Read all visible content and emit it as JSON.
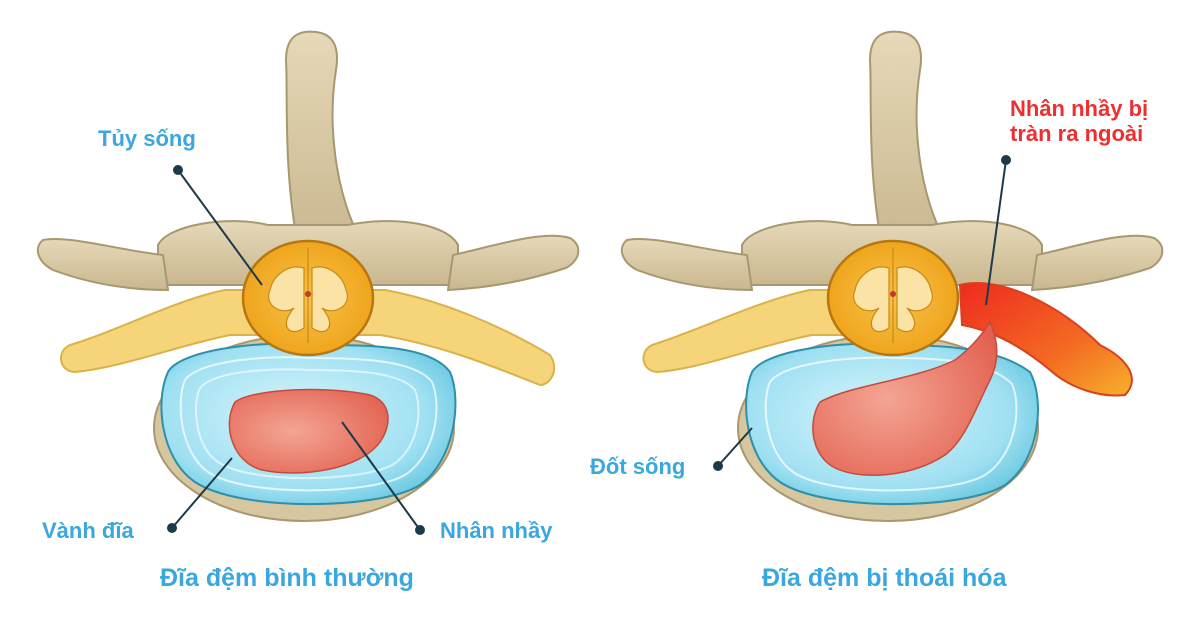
{
  "labels": {
    "spinal_cord": "Tủy sống",
    "annulus": "Vành đĩa",
    "nucleus": "Nhân nhầy",
    "vertebra": "Đốt sống",
    "herniation_line1": "Nhân nhầy bị",
    "herniation_line2": "tràn ra ngoài"
  },
  "captions": {
    "normal": "Đĩa đệm bình thường",
    "degenerated": "Đĩa đệm bị thoái hóa"
  },
  "colors": {
    "label_blue": "#3aa7de",
    "label_red": "#ef2f2f",
    "bone": "#d9caa6",
    "nerve": "#f7d36b",
    "cord": "#f2b01d",
    "disc": "#a6e3f3",
    "nucleus": "#ea7565",
    "herniation": "#f04a24"
  },
  "icons": {
    "pointer_dot": "circle"
  }
}
